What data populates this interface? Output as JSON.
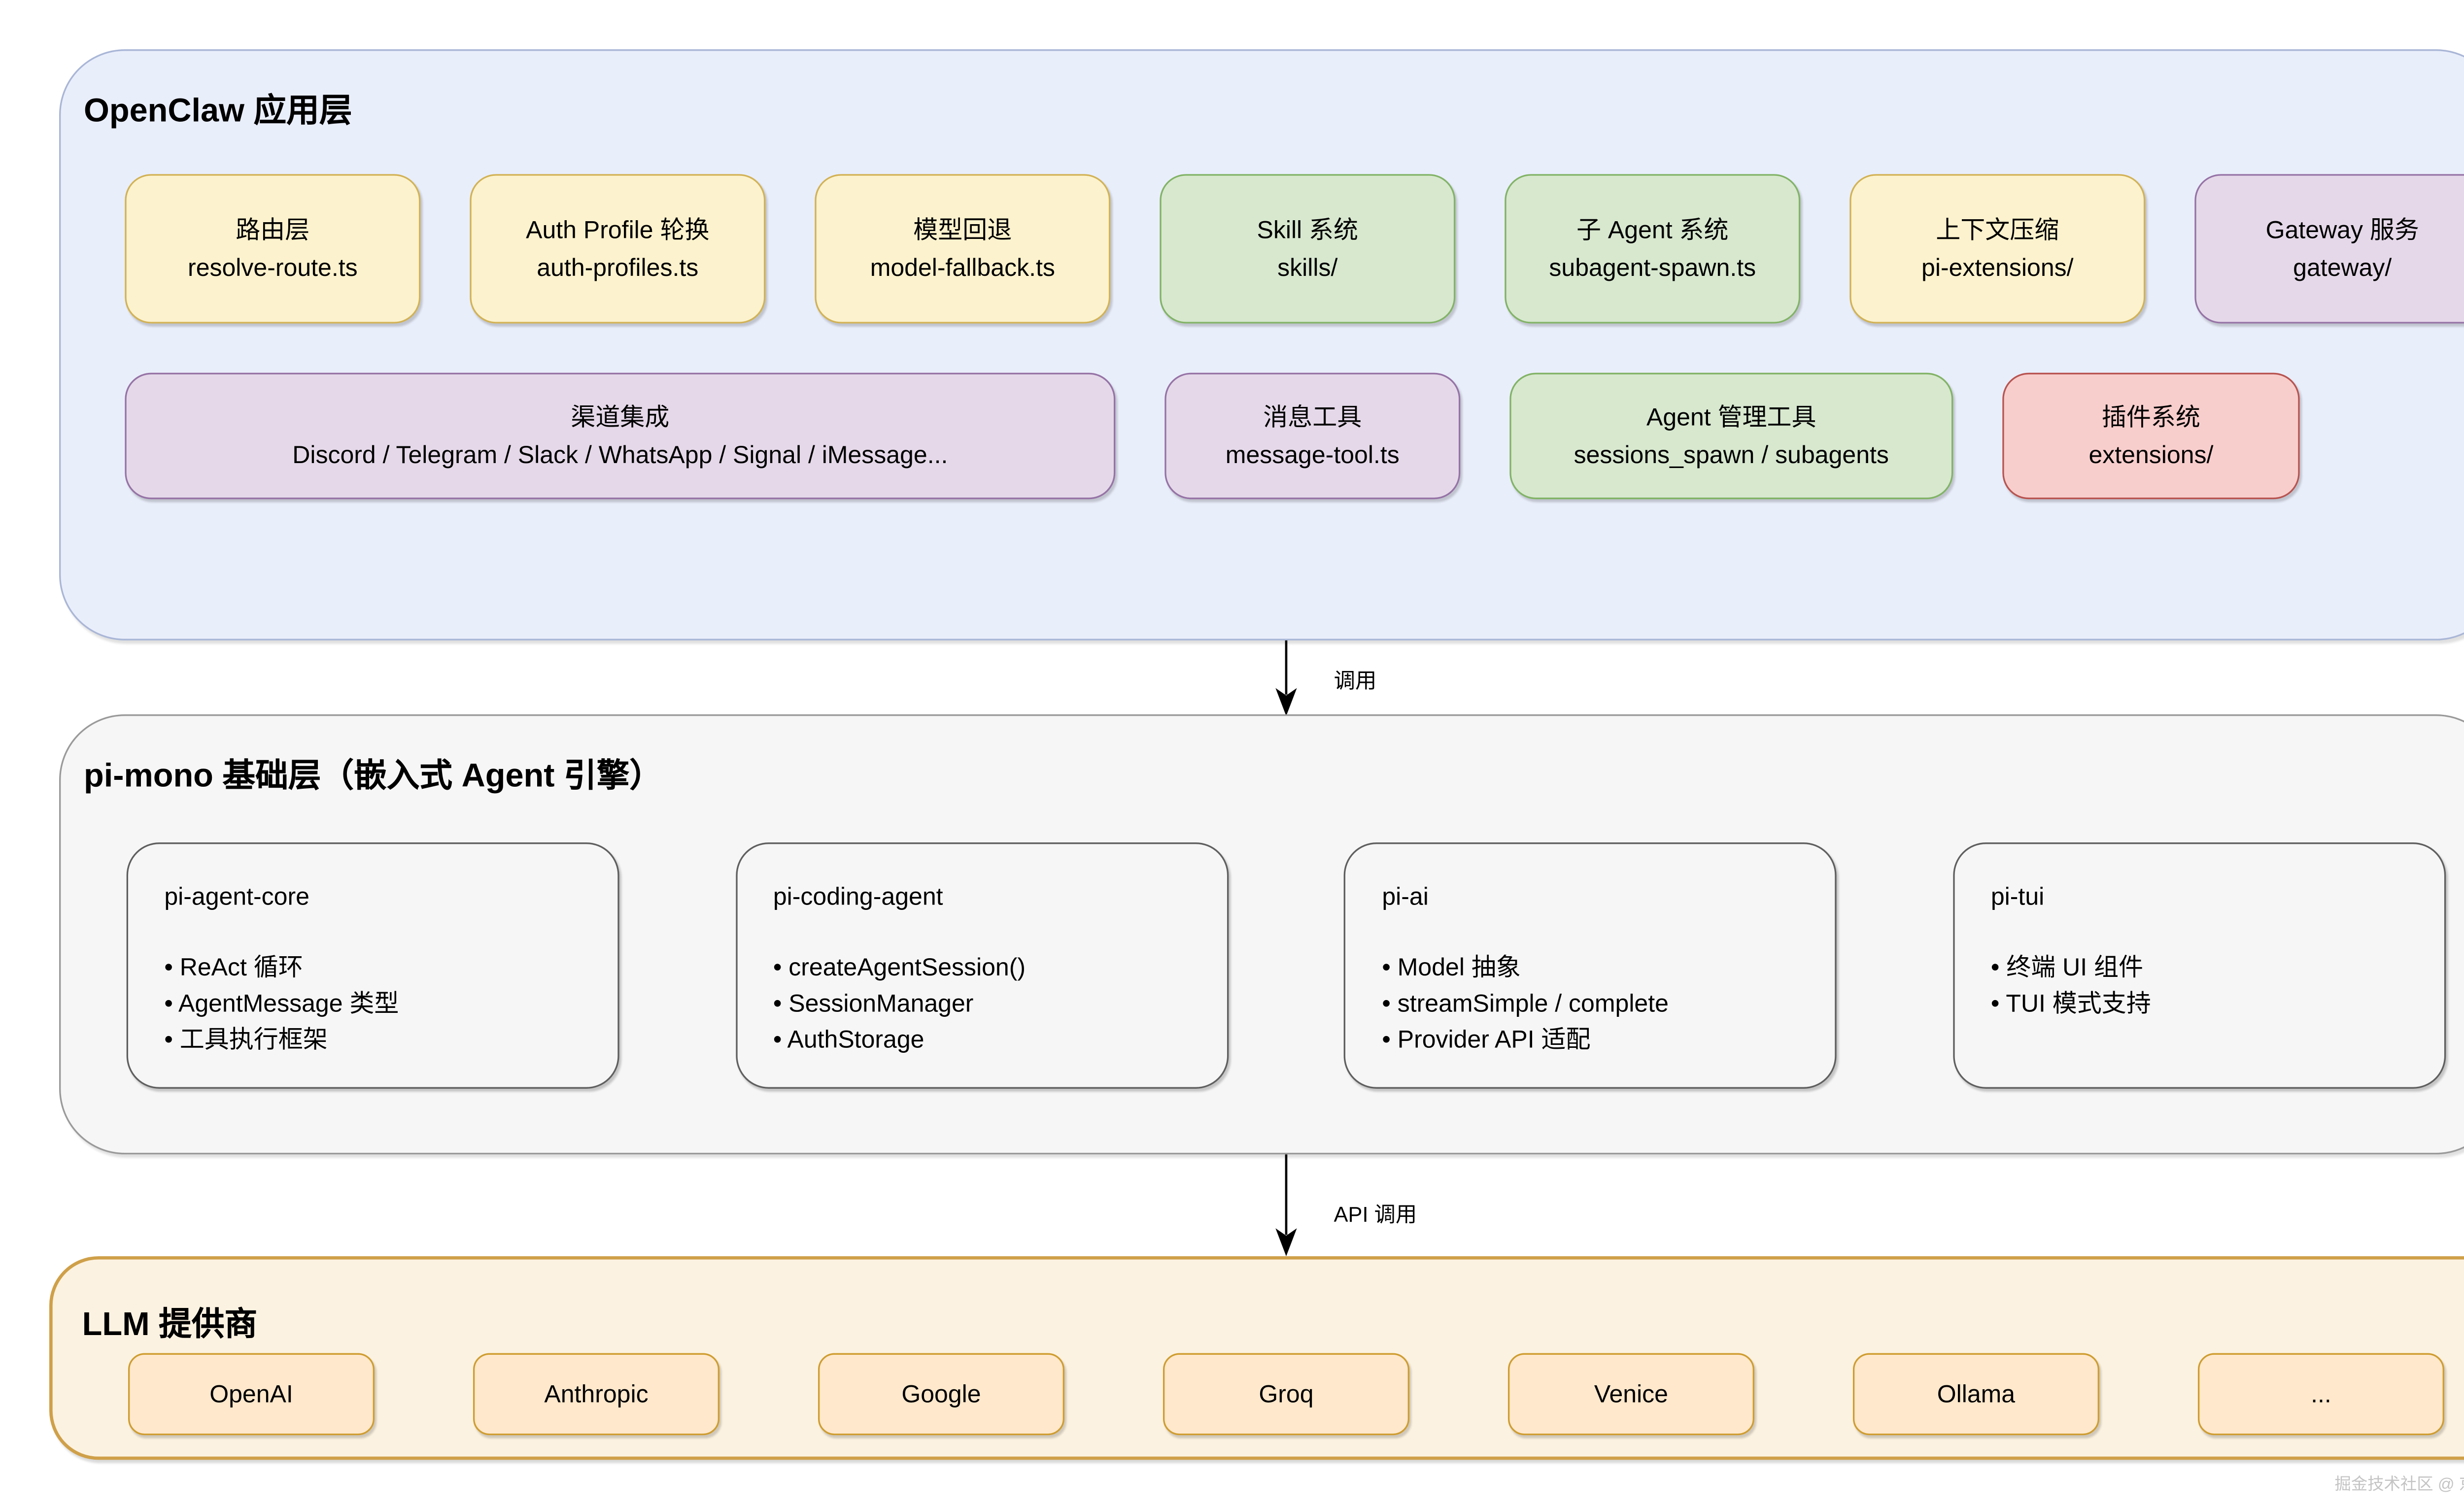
{
  "app": {
    "title": "OpenClaw 应用层",
    "row1": [
      {
        "title": "路由层",
        "subtitle": "resolve-route.ts",
        "color": "yellow"
      },
      {
        "title": "Auth Profile 轮换",
        "subtitle": "auth-profiles.ts",
        "color": "yellow"
      },
      {
        "title": "模型回退",
        "subtitle": "model-fallback.ts",
        "color": "yellow"
      },
      {
        "title": "Skill 系统",
        "subtitle": "skills/",
        "color": "green"
      },
      {
        "title": "子 Agent 系统",
        "subtitle": "subagent-spawn.ts",
        "color": "green"
      },
      {
        "title": "上下文压缩",
        "subtitle": "pi-extensions/",
        "color": "yellow"
      },
      {
        "title": "Gateway 服务",
        "subtitle": "gateway/",
        "color": "purple"
      }
    ],
    "row2": [
      {
        "title": "渠道集成",
        "subtitle": "Discord / Telegram / Slack / WhatsApp / Signal / iMessage...",
        "color": "purple"
      },
      {
        "title": "消息工具",
        "subtitle": "message-tool.ts",
        "color": "purple"
      },
      {
        "title": "Agent 管理工具",
        "subtitle": "sessions_spawn / subagents",
        "color": "green"
      },
      {
        "title": "插件系统",
        "subtitle": "extensions/",
        "color": "red"
      }
    ]
  },
  "arrow1": {
    "label": "调用"
  },
  "base": {
    "title": "pi-mono 基础层（嵌入式 Agent 引擎）",
    "modules": [
      {
        "name": "pi-agent-core",
        "bullets": [
          "• ReAct 循环",
          "• AgentMessage 类型",
          "• 工具执行框架"
        ]
      },
      {
        "name": "pi-coding-agent",
        "bullets": [
          "• createAgentSession()",
          "• SessionManager",
          "• AuthStorage"
        ]
      },
      {
        "name": "pi-ai",
        "bullets": [
          "• Model 抽象",
          "• streamSimple / complete",
          "• Provider API 适配"
        ]
      },
      {
        "name": "pi-tui",
        "bullets": [
          "• 终端 UI 组件",
          "• TUI 模式支持"
        ]
      }
    ]
  },
  "arrow2": {
    "label": "API 调用"
  },
  "llm": {
    "title": "LLM 提供商",
    "providers": [
      "OpenAI",
      "Anthropic",
      "Google",
      "Groq",
      "Venice",
      "Ollama",
      "..."
    ]
  },
  "watermark": "掘金技术社区 @ 京东云开发者",
  "colors": {
    "app_layer_bg": "#e9eefb",
    "app_layer_border": "#a9b6d6",
    "base_layer_bg": "#f6f6f6",
    "base_layer_border": "#9a9a9a",
    "llm_layer_bg": "#fcf2e1",
    "llm_layer_border": "#cfa049",
    "yellow_box_bg": "#fcf2cd",
    "yellow_box_border": "#d2b255",
    "green_box_bg": "#d7e8cf",
    "green_box_border": "#82b366",
    "purple_box_bg": "#e5d9e9",
    "purple_box_border": "#9673a6",
    "red_box_bg": "#f8cecc",
    "red_box_border": "#b85450",
    "provider_box_bg": "#ffe8cc",
    "provider_box_border": "#cf9d30",
    "arrow": "#000000"
  }
}
